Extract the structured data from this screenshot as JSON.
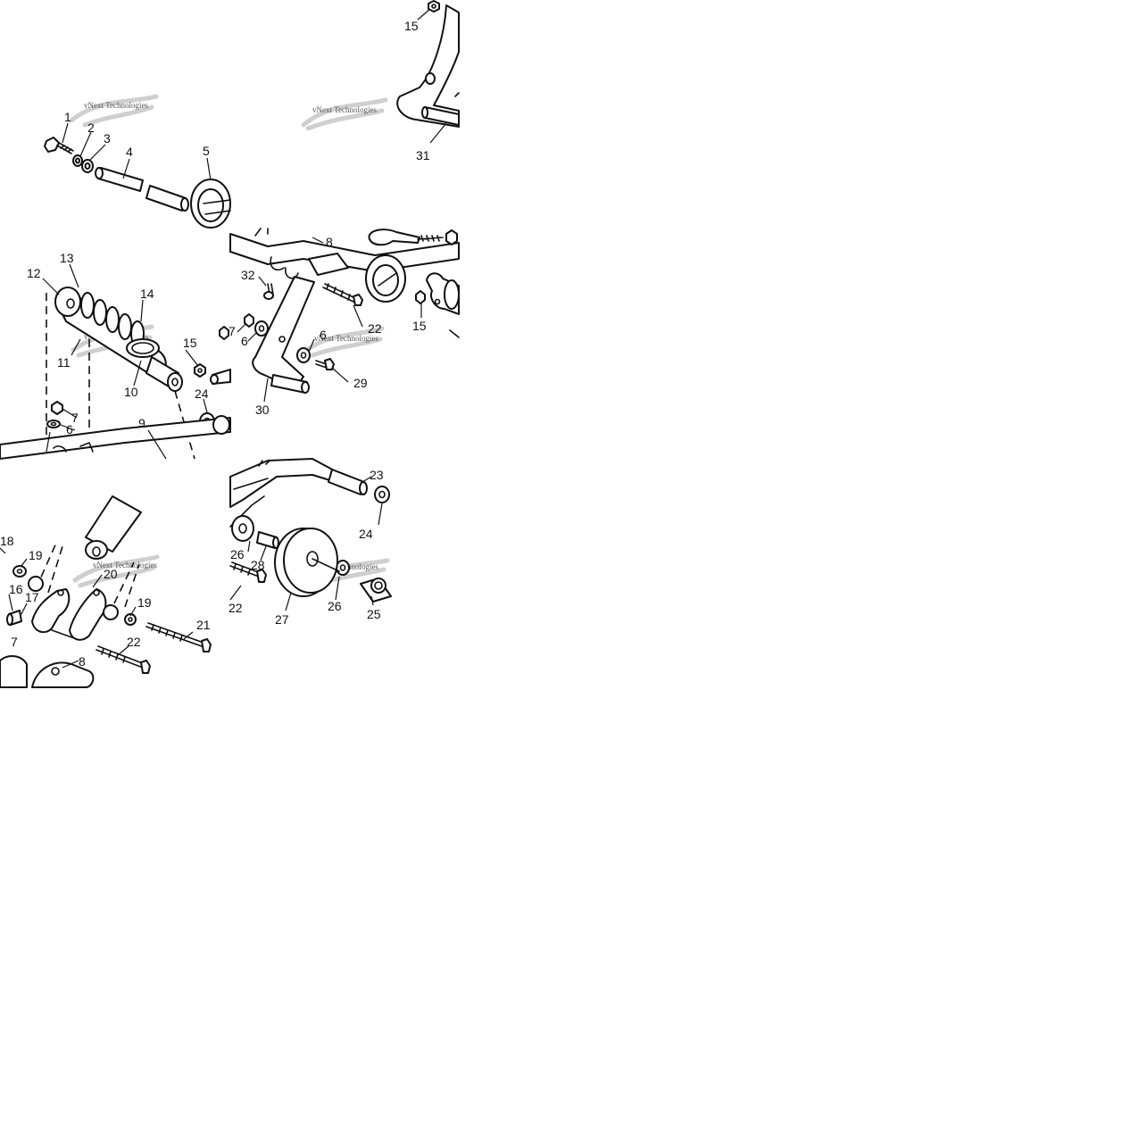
{
  "watermark": "vNext Technologies",
  "callouts": [
    "1",
    "2",
    "3",
    "4",
    "5",
    "6",
    "7",
    "8",
    "9",
    "10",
    "11",
    "12",
    "13",
    "14",
    "15",
    "16",
    "17",
    "18",
    "19",
    "20",
    "21",
    "22",
    "23",
    "24",
    "25",
    "26",
    "27",
    "28",
    "29",
    "30",
    "31",
    "32"
  ],
  "colors": {
    "ink": "#111111",
    "background": "#ffffff",
    "watermark": "#cfcfcf"
  }
}
